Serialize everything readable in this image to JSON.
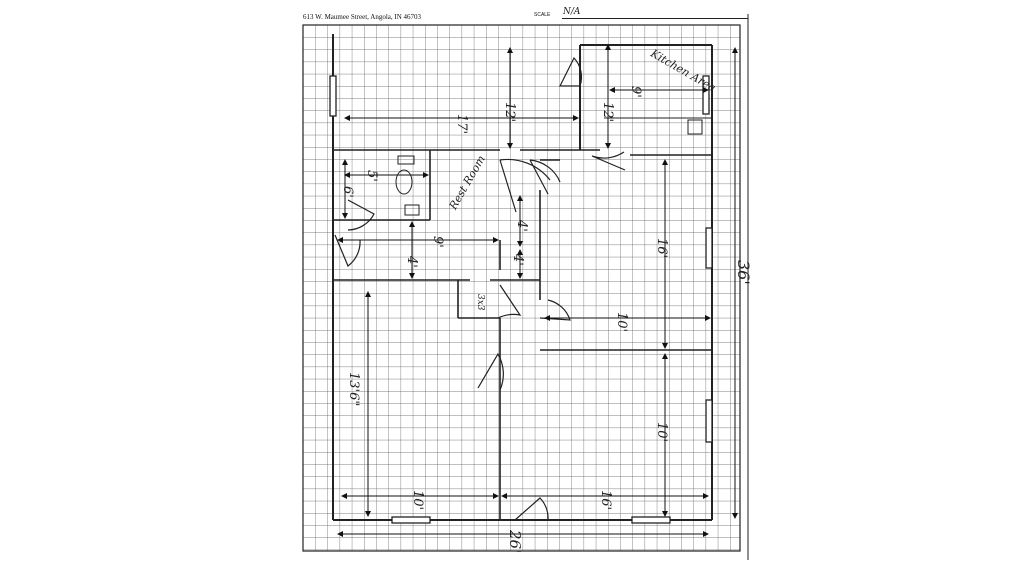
{
  "header": {
    "address": "613 W. Maumee Street, Angola, IN 46703",
    "scale_label": "SCALE",
    "scale_value": "N/A"
  },
  "room_labels": {
    "kitchen": "Kitchen Area",
    "rest_room": "Rest Room"
  },
  "dimensions": {
    "kitchen_width": "9'",
    "kitchen_height": "12'",
    "top_left_height": "12'",
    "top_left_width": "17'",
    "restroom_width": "5'",
    "restroom_height": "6'",
    "hall_width": "9'",
    "hall_height_a": "4'",
    "mid_height_a": "4'",
    "mid_height_b": "4'",
    "right_room_height": "16'",
    "closet": "3x3",
    "mid_right_width": "10'",
    "front_left_height": "13'6\"",
    "front_right_height": "10'",
    "front_left_width": "10'",
    "front_right_width": "16'",
    "overall_height": "36'",
    "overall_width": "26'"
  }
}
